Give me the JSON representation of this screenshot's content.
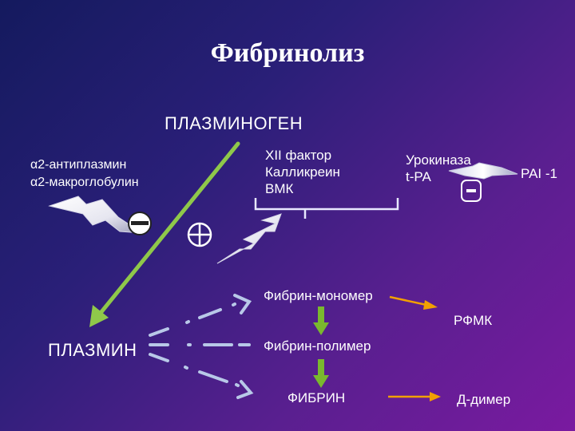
{
  "title": "Фибринолиз",
  "plasminogen": "ПЛАЗМИНОГЕН",
  "inhibitors": {
    "line1": "α2-антиплазмин",
    "line2": "α2-макроглобулин"
  },
  "activators_contact": {
    "line1": "XII фактор",
    "line2": "Калликреин",
    "line3": "ВМК"
  },
  "activators_other": {
    "line1": "Урокиназа",
    "line2": "t-PA"
  },
  "pai": "PAI -1",
  "plasmin": "ПЛАЗМИН",
  "fibrin_monomer": "Фибрин-мономер",
  "fibrin_polymer": "Фибрин-полимер",
  "fibrin": "ФИБРИН",
  "rfmk": "РФМК",
  "d_dimer": "Д-димер",
  "colors": {
    "main_arrow": "#8fc84a",
    "fibrin_arrow": "#7ab82e",
    "product_arrow": "#f2a000",
    "dashed_arrow": "#b8c8e8",
    "lightning": "#ffffff"
  }
}
